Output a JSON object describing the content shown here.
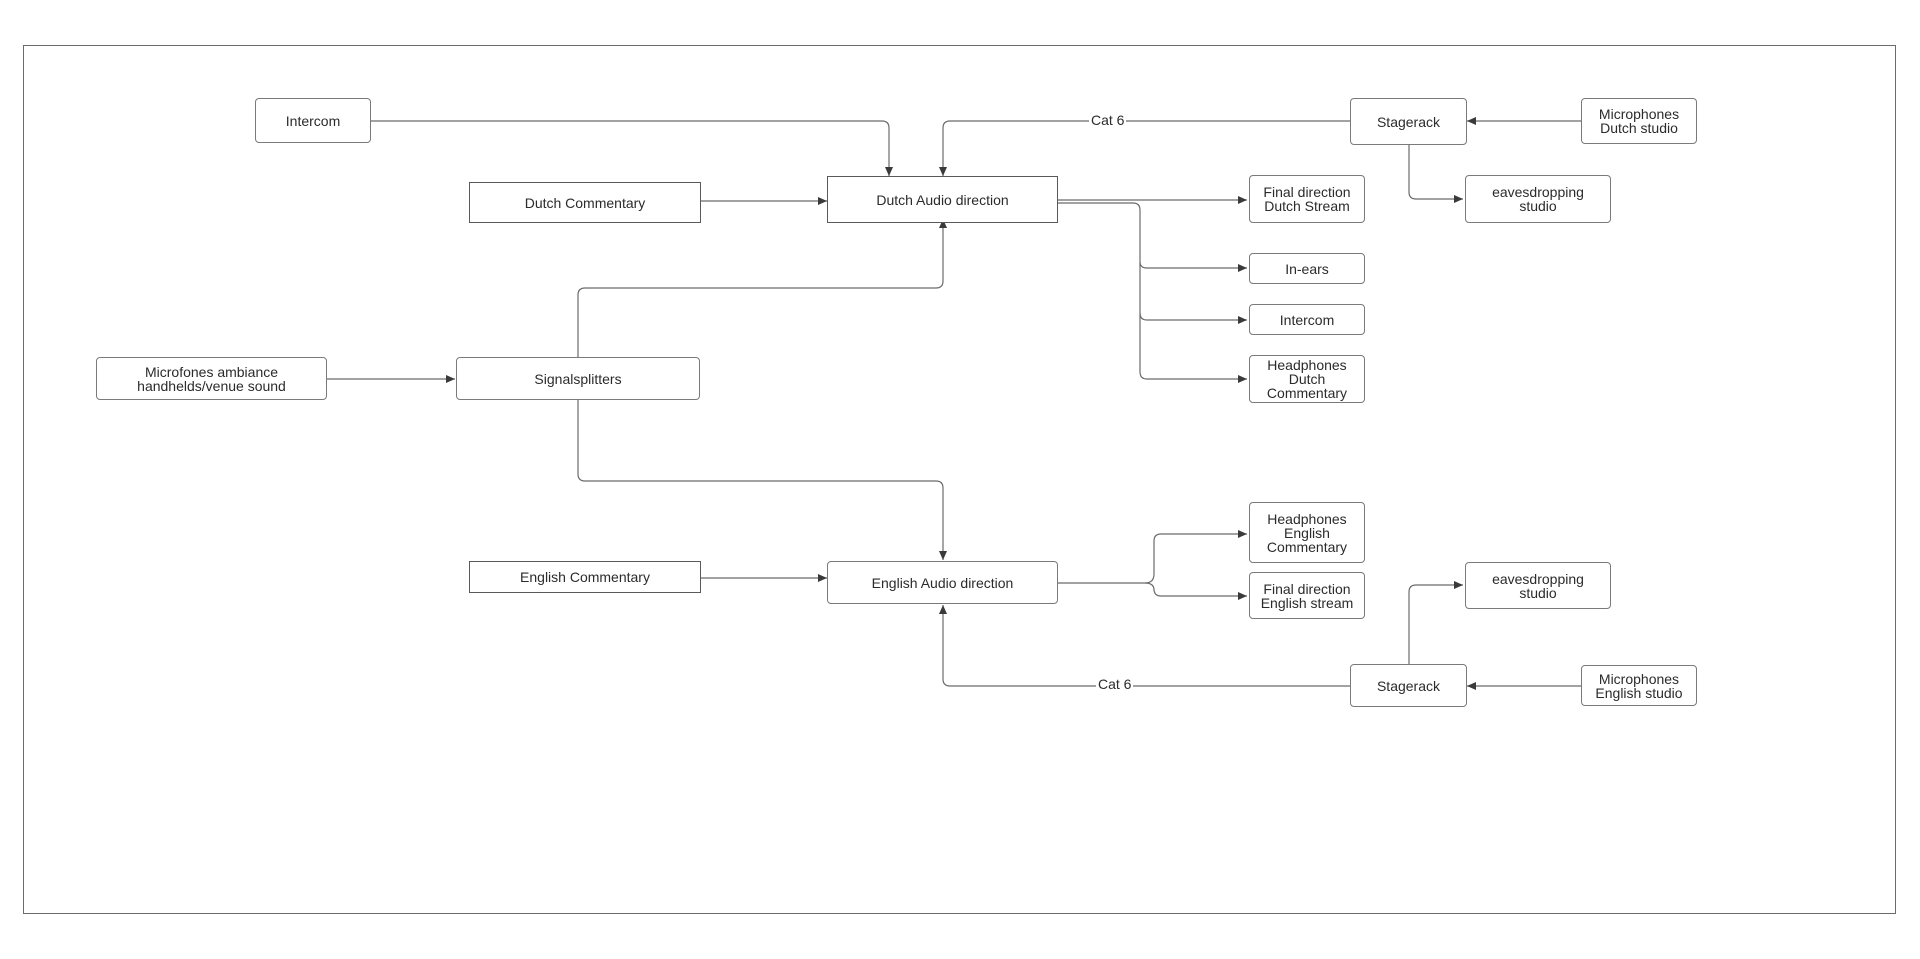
{
  "nodes": {
    "intercom_top": "Intercom",
    "dutch_commentary": "Dutch Commentary",
    "dutch_audio_direction": "Dutch Audio direction",
    "stagerack_top": "Stagerack",
    "microphones_dutch": "Microphones\nDutch studio",
    "final_dutch_stream": "Final direction\nDutch Stream",
    "eavesdropping_top": "eavesdropping\nstudio",
    "in_ears": "In-ears",
    "intercom_right": "Intercom",
    "headphones_dutch": "Headphones\nDutch\nCommentary",
    "microfones_ambiance": "Microfones ambiance\nhandhelds/venue sound",
    "signalsplitters": "Signalsplitters",
    "english_commentary": "English Commentary",
    "english_audio_direction": "English Audio direction",
    "headphones_english": "Headphones\nEnglish\nCommentary",
    "final_english_stream": "Final direction\nEnglish stream",
    "eavesdropping_bottom": "eavesdropping\nstudio",
    "stagerack_bottom": "Stagerack",
    "microphones_english": "Microphones\nEnglish studio"
  },
  "edges": {
    "cat6_top": "Cat 6",
    "cat6_bottom": "Cat 6"
  },
  "colors": {
    "line": "#6b6b6b",
    "border": "#7a7a7a",
    "text": "#2b2b2b"
  }
}
